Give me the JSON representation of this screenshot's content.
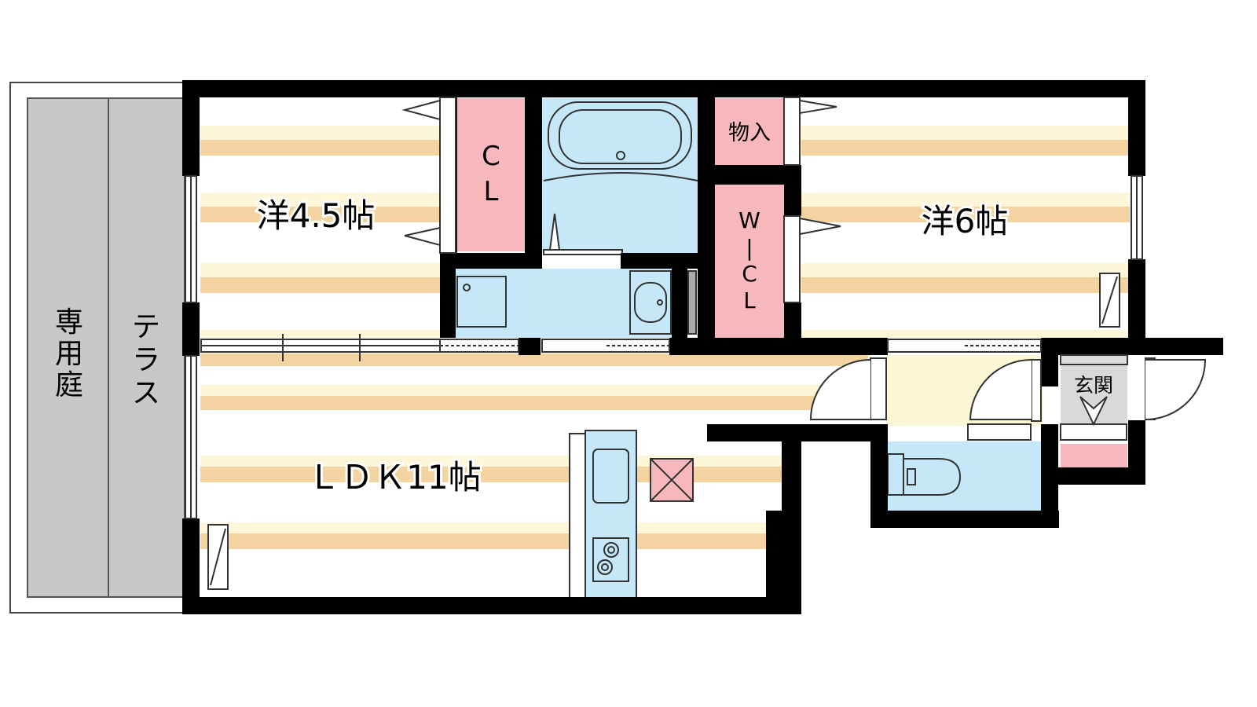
{
  "rooms": {
    "western1": "洋4.5帖",
    "western2": "洋6帖",
    "ldk": "ＬＤＫ11帖",
    "closet": [
      "C",
      "L"
    ],
    "storage": "物入",
    "walkin_closet": [
      "W",
      "|",
      "C",
      "L"
    ],
    "entrance": "玄関",
    "garden": [
      "専",
      "用",
      "庭"
    ],
    "terrace": [
      "テ",
      "ラ",
      "ス"
    ]
  },
  "colors": {
    "wall": "#000000",
    "floor_stripe": "#f2d3a1",
    "floor_stripe_light": "#fdf6d8",
    "wet_area": "#c5e7f7",
    "closet": "#f6b8bc",
    "entry": "#fbf7d4",
    "garden": "#c8c8c8",
    "cross_box": "#f6b8bc"
  }
}
